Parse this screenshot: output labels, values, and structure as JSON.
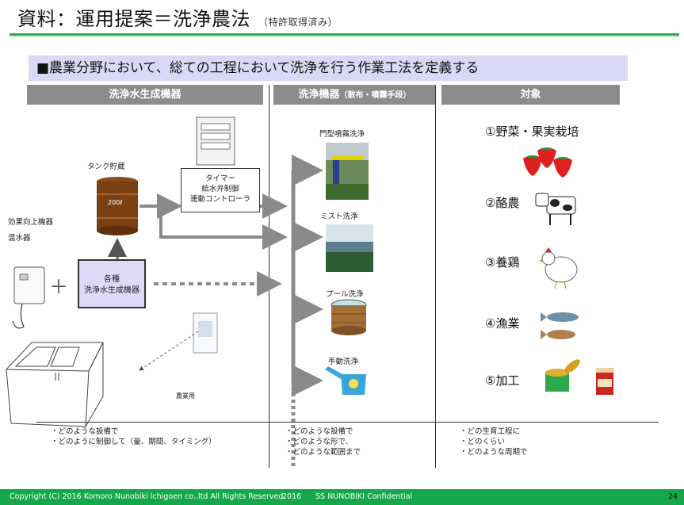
{
  "title": "資料：運用提案＝洗浄農法",
  "title_note": "（特許取得済み）",
  "banner": "■農業分野において、総ての工程において洗浄を行う作業工法を定義する",
  "columns": {
    "col1": "洗浄水生成機器",
    "col2": "洗浄機器",
    "col2_sub": "（散布・噴霧手段）",
    "col3": "対象"
  },
  "left": {
    "tank_label": "タンク貯蔵",
    "tank_text": "200ℓ",
    "effect_label": "効果向上機器",
    "heater_label": "温水器",
    "plus": "＋",
    "timer_lines": [
      "タイマー",
      "給水弁制御",
      "連動コントローラ"
    ],
    "generator_lines": [
      "各種",
      "洗浄水生成機器"
    ],
    "agri_label": "農業用"
  },
  "middle": {
    "gate": "門型噴霧洗浄",
    "mist": "ミスト洗浄",
    "pool": "プール洗浄",
    "manual": "手動洗浄"
  },
  "targets": [
    "①野菜・果実栽培",
    "②酪農",
    "③養鶏",
    "④漁業",
    "⑤加工"
  ],
  "notes": {
    "col1": [
      "・どのような設備で",
      "・どのように制御して（量、期間、タイミング）"
    ],
    "col2": [
      "・どのような設備で",
      "・どのような形で、",
      "・どのような範囲まで"
    ],
    "col3": [
      "・どの生育工程に",
      "・どのくらい",
      "・どのような周期で"
    ]
  },
  "footer": {
    "copyright": "Copyright (C) 2016 Komoro Nunobiki Ichigoen co.,ltd  All Rights Reserved.",
    "year": "2016",
    "confidential": "SS NUNOBIKI Confidential",
    "page": "24"
  },
  "colors": {
    "green": "#14a84a",
    "banner": "#d9d9f5",
    "header": "#8c8c8c",
    "arrow": "#8a8a8a",
    "generator": "#ddd9f6"
  }
}
